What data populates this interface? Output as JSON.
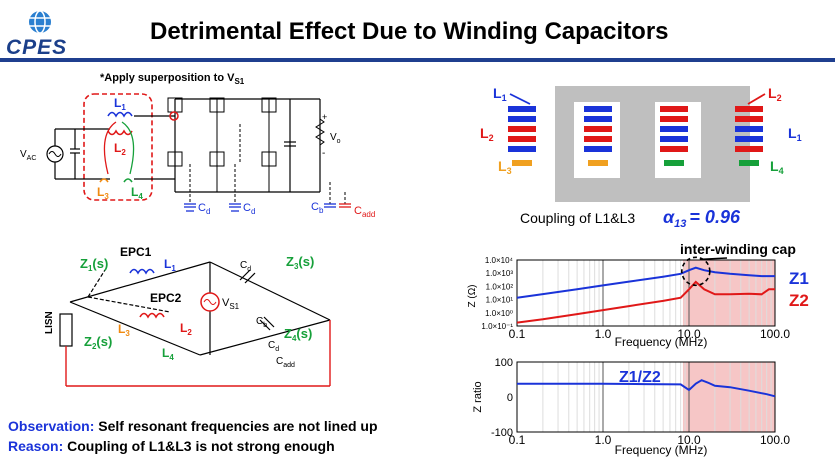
{
  "header": {
    "logo_text": "CPES",
    "title": "Detrimental Effect Due to Winding Capacitors"
  },
  "circuit": {
    "superposition_note": "*Apply superposition to V",
    "superposition_sub": "S1",
    "l1": "L",
    "l1_sub": "1",
    "l2": "L",
    "l2_sub": "2",
    "l3": "L",
    "l3_sub": "3",
    "l4": "L",
    "l4_sub": "4",
    "vac": "V",
    "vac_sub": "AC",
    "vo": "V",
    "vo_sub": "o",
    "plus": "+",
    "minus": "-",
    "cd": "C",
    "cd_sub": "d",
    "cb": "C",
    "cb_sub": "b",
    "cadd": "C",
    "cadd_sub": "add"
  },
  "transformer": {
    "l1": "L",
    "l1_sub": "1",
    "l2": "L",
    "l2_sub": "2",
    "l3": "L",
    "l3_sub": "3",
    "l4": "L",
    "l4_sub": "4",
    "coupling_text": "Coupling of L1&L3",
    "alpha": "α",
    "alpha_sub": "13",
    "coupling_value": "= 0.96"
  },
  "equivalent": {
    "z1": "Z",
    "z1_sub": "1",
    "z1_suffix": "(s)",
    "z2": "Z",
    "z2_sub": "2",
    "z2_suffix": "(s)",
    "z3": "Z",
    "z3_sub": "3",
    "z3_suffix": "(s)",
    "z4": "Z",
    "z4_sub": "4",
    "z4_suffix": "(s)",
    "epc1": "EPC1",
    "epc2": "EPC2",
    "lisn": "LISN",
    "vs1": "V",
    "vs1_sub": "S1",
    "cd": "C",
    "cd_sub": "d",
    "cb": "C",
    "cb_sub": "b",
    "cadd": "C",
    "cadd_sub": "add",
    "l1": "L",
    "l1_sub": "1",
    "l2": "L",
    "l2_sub": "2",
    "l3": "L",
    "l3_sub": "3",
    "l4": "L",
    "l4_sub": "4"
  },
  "chart_data": [
    {
      "type": "line",
      "xscale": "log",
      "yscale": "log",
      "xlim": [
        0.1,
        100.0
      ],
      "ylim": [
        0.1,
        10000
      ],
      "xlabel": "Frequency (MHz)",
      "ylabel": "Z (Ω)",
      "xtick_labels": [
        "0.1",
        "1.0",
        "10.0",
        "100.0"
      ],
      "ytick_labels": [
        "1.0×10⁴",
        "1.0×10³",
        "1.0×10²",
        "1.0×10¹",
        "1.0×10⁰",
        "1.0×10⁻¹"
      ],
      "annotation": "inter-winding cap",
      "highlight_region": [
        8.5,
        100.0
      ],
      "series": [
        {
          "name": "Z1",
          "color": "#1a33d9",
          "x": [
            0.1,
            0.2,
            0.5,
            1,
            2,
            5,
            8,
            10,
            12,
            15,
            20,
            30,
            50,
            70,
            90,
            100
          ],
          "y": [
            14,
            26,
            60,
            120,
            230,
            540,
            900,
            1700,
            2600,
            1700,
            1200,
            900,
            700,
            600,
            600,
            600
          ]
        },
        {
          "name": "Z2",
          "color": "#e01818",
          "x": [
            0.1,
            0.2,
            0.5,
            1,
            2,
            5,
            8,
            10,
            12,
            15,
            20,
            30,
            50,
            70,
            85,
            100
          ],
          "y": [
            0.18,
            0.32,
            0.8,
            1.6,
            3.2,
            8,
            14,
            60,
            220,
            60,
            25,
            25,
            28,
            25,
            60,
            60
          ]
        }
      ],
      "legend": [
        "Z1",
        "Z2"
      ]
    },
    {
      "type": "line",
      "xscale": "log",
      "xlim": [
        0.1,
        100.0
      ],
      "ylim": [
        -100,
        100
      ],
      "xlabel": "Frequency (MHz)",
      "ylabel": "Z ratio",
      "xtick_labels": [
        "0.1",
        "1.0",
        "10.0",
        "100.0"
      ],
      "ytick_labels": [
        "100",
        "0",
        "-100"
      ],
      "highlight_region": [
        8.5,
        100.0
      ],
      "series": [
        {
          "name": "Z1/Z2",
          "color": "#1a33d9",
          "x": [
            0.1,
            0.3,
            1,
            3,
            8,
            10,
            12,
            14,
            17,
            20,
            30,
            50,
            80,
            100
          ],
          "y": [
            38,
            38,
            38,
            37,
            36,
            20,
            38,
            48,
            40,
            32,
            28,
            18,
            8,
            2
          ]
        }
      ]
    }
  ],
  "footer": {
    "observation_key": "Observation:",
    "observation_text": " Self resonant frequencies are not lined up",
    "reason_key": "Reason:",
    "reason_text": " Coupling of L1&L3 is not strong enough"
  }
}
